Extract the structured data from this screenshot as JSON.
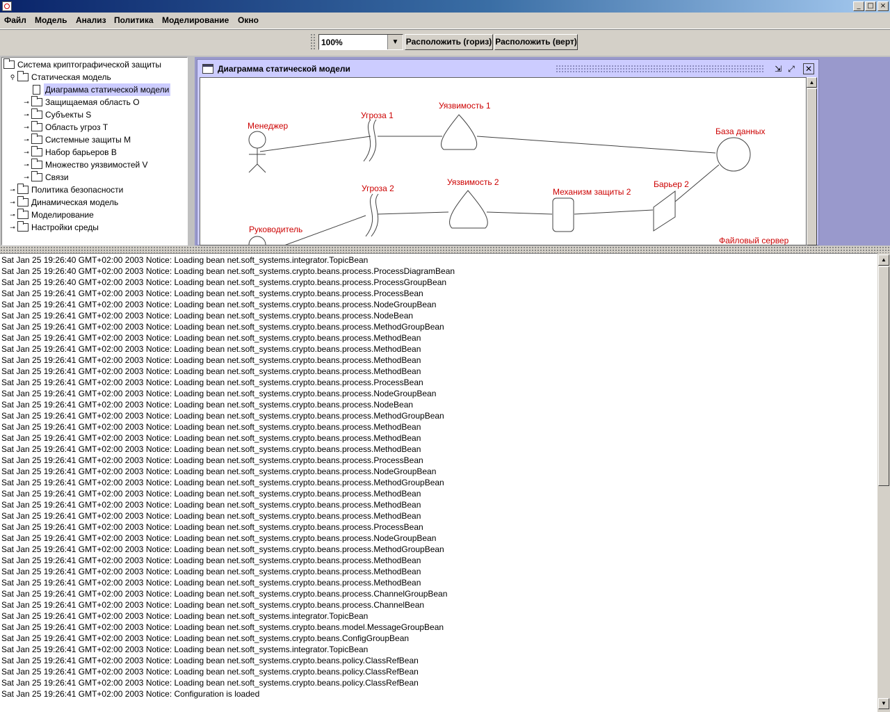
{
  "menu": [
    "Файл",
    "Модель",
    "Анализ",
    "Политика",
    "Моделирование",
    "Окно"
  ],
  "window_controls": [
    "_",
    "□",
    "×"
  ],
  "toolbar": {
    "zoom": "100%",
    "arrange_horizontal": "Расположить (гориз)",
    "arrange_vertical": "Расположить (верт)"
  },
  "tree": [
    {
      "label": "Система криптографической защиты",
      "level": 0,
      "icon": "folder-icon",
      "handle": ""
    },
    {
      "label": "Статическая модель",
      "level": 1,
      "icon": "folder-icon",
      "handle": "expanded"
    },
    {
      "label": "Диаграмма статической модели",
      "level": 2,
      "icon": "document-icon",
      "handle": "",
      "selected": true
    },
    {
      "label": "Защищаемая область O",
      "level": 2,
      "icon": "folder-icon",
      "handle": "collapsed"
    },
    {
      "label": "Субъекты S",
      "level": 2,
      "icon": "folder-icon",
      "handle": "collapsed"
    },
    {
      "label": "Область угроз T",
      "level": 2,
      "icon": "folder-icon",
      "handle": "collapsed"
    },
    {
      "label": "Системные защиты M",
      "level": 2,
      "icon": "folder-icon",
      "handle": "collapsed"
    },
    {
      "label": "Набор барьеров B",
      "level": 2,
      "icon": "folder-icon",
      "handle": "collapsed"
    },
    {
      "label": "Множество уязвимостей V",
      "level": 2,
      "icon": "folder-icon",
      "handle": "collapsed"
    },
    {
      "label": "Связи",
      "level": 2,
      "icon": "folder-icon",
      "handle": "collapsed"
    },
    {
      "label": "Политика безопасности",
      "level": 1,
      "icon": "folder-icon",
      "handle": "collapsed"
    },
    {
      "label": "Динамическая модель",
      "level": 1,
      "icon": "folder-icon",
      "handle": "collapsed"
    },
    {
      "label": "Моделирование",
      "level": 1,
      "icon": "folder-icon",
      "handle": "collapsed"
    },
    {
      "label": "Настройки среды",
      "level": 1,
      "icon": "folder-icon",
      "handle": "collapsed"
    }
  ],
  "diagram_window": {
    "title": "Диаграмма статической модели",
    "labels": {
      "manager": "Менеджер",
      "threat1": "Угроза 1",
      "vuln1": "Уязвимость 1",
      "database": "База данных",
      "threat2": "Угроза 2",
      "vuln2": "Уязвимость 2",
      "mechanism2": "Механизм защиты 2",
      "barrier2": "Барьер 2",
      "head": "Руководитель",
      "fileserver": "Файловый сервер"
    },
    "label_color": "#cc0000"
  },
  "log": [
    "Sat Jan 25 19:26:40 GMT+02:00 2003 Notice: Loading bean net.soft_systems.integrator.TopicBean",
    "Sat Jan 25 19:26:40 GMT+02:00 2003 Notice: Loading bean net.soft_systems.crypto.beans.process.ProcessDiagramBean",
    "Sat Jan 25 19:26:40 GMT+02:00 2003 Notice: Loading bean net.soft_systems.crypto.beans.process.ProcessGroupBean",
    "Sat Jan 25 19:26:41 GMT+02:00 2003 Notice: Loading bean net.soft_systems.crypto.beans.process.ProcessBean",
    "Sat Jan 25 19:26:41 GMT+02:00 2003 Notice: Loading bean net.soft_systems.crypto.beans.process.NodeGroupBean",
    "Sat Jan 25 19:26:41 GMT+02:00 2003 Notice: Loading bean net.soft_systems.crypto.beans.process.NodeBean",
    "Sat Jan 25 19:26:41 GMT+02:00 2003 Notice: Loading bean net.soft_systems.crypto.beans.process.MethodGroupBean",
    "Sat Jan 25 19:26:41 GMT+02:00 2003 Notice: Loading bean net.soft_systems.crypto.beans.process.MethodBean",
    "Sat Jan 25 19:26:41 GMT+02:00 2003 Notice: Loading bean net.soft_systems.crypto.beans.process.MethodBean",
    "Sat Jan 25 19:26:41 GMT+02:00 2003 Notice: Loading bean net.soft_systems.crypto.beans.process.MethodBean",
    "Sat Jan 25 19:26:41 GMT+02:00 2003 Notice: Loading bean net.soft_systems.crypto.beans.process.MethodBean",
    "Sat Jan 25 19:26:41 GMT+02:00 2003 Notice: Loading bean net.soft_systems.crypto.beans.process.ProcessBean",
    "Sat Jan 25 19:26:41 GMT+02:00 2003 Notice: Loading bean net.soft_systems.crypto.beans.process.NodeGroupBean",
    "Sat Jan 25 19:26:41 GMT+02:00 2003 Notice: Loading bean net.soft_systems.crypto.beans.process.NodeBean",
    "Sat Jan 25 19:26:41 GMT+02:00 2003 Notice: Loading bean net.soft_systems.crypto.beans.process.MethodGroupBean",
    "Sat Jan 25 19:26:41 GMT+02:00 2003 Notice: Loading bean net.soft_systems.crypto.beans.process.MethodBean",
    "Sat Jan 25 19:26:41 GMT+02:00 2003 Notice: Loading bean net.soft_systems.crypto.beans.process.MethodBean",
    "Sat Jan 25 19:26:41 GMT+02:00 2003 Notice: Loading bean net.soft_systems.crypto.beans.process.MethodBean",
    "Sat Jan 25 19:26:41 GMT+02:00 2003 Notice: Loading bean net.soft_systems.crypto.beans.process.ProcessBean",
    "Sat Jan 25 19:26:41 GMT+02:00 2003 Notice: Loading bean net.soft_systems.crypto.beans.process.NodeGroupBean",
    "Sat Jan 25 19:26:41 GMT+02:00 2003 Notice: Loading bean net.soft_systems.crypto.beans.process.MethodGroupBean",
    "Sat Jan 25 19:26:41 GMT+02:00 2003 Notice: Loading bean net.soft_systems.crypto.beans.process.MethodBean",
    "Sat Jan 25 19:26:41 GMT+02:00 2003 Notice: Loading bean net.soft_systems.crypto.beans.process.MethodBean",
    "Sat Jan 25 19:26:41 GMT+02:00 2003 Notice: Loading bean net.soft_systems.crypto.beans.process.MethodBean",
    "Sat Jan 25 19:26:41 GMT+02:00 2003 Notice: Loading bean net.soft_systems.crypto.beans.process.ProcessBean",
    "Sat Jan 25 19:26:41 GMT+02:00 2003 Notice: Loading bean net.soft_systems.crypto.beans.process.NodeGroupBean",
    "Sat Jan 25 19:26:41 GMT+02:00 2003 Notice: Loading bean net.soft_systems.crypto.beans.process.MethodGroupBean",
    "Sat Jan 25 19:26:41 GMT+02:00 2003 Notice: Loading bean net.soft_systems.crypto.beans.process.MethodBean",
    "Sat Jan 25 19:26:41 GMT+02:00 2003 Notice: Loading bean net.soft_systems.crypto.beans.process.MethodBean",
    "Sat Jan 25 19:26:41 GMT+02:00 2003 Notice: Loading bean net.soft_systems.crypto.beans.process.MethodBean",
    "Sat Jan 25 19:26:41 GMT+02:00 2003 Notice: Loading bean net.soft_systems.crypto.beans.process.ChannelGroupBean",
    "Sat Jan 25 19:26:41 GMT+02:00 2003 Notice: Loading bean net.soft_systems.crypto.beans.process.ChannelBean",
    "Sat Jan 25 19:26:41 GMT+02:00 2003 Notice: Loading bean net.soft_systems.integrator.TopicBean",
    "Sat Jan 25 19:26:41 GMT+02:00 2003 Notice: Loading bean net.soft_systems.crypto.beans.model.MessageGroupBean",
    "Sat Jan 25 19:26:41 GMT+02:00 2003 Notice: Loading bean net.soft_systems.crypto.beans.ConfigGroupBean",
    "Sat Jan 25 19:26:41 GMT+02:00 2003 Notice: Loading bean net.soft_systems.integrator.TopicBean",
    "Sat Jan 25 19:26:41 GMT+02:00 2003 Notice: Loading bean net.soft_systems.crypto.beans.policy.ClassRefBean",
    "Sat Jan 25 19:26:41 GMT+02:00 2003 Notice: Loading bean net.soft_systems.crypto.beans.policy.ClassRefBean",
    "Sat Jan 25 19:26:41 GMT+02:00 2003 Notice: Loading bean net.soft_systems.crypto.beans.policy.ClassRefBean",
    "Sat Jan 25 19:26:41 GMT+02:00 2003 Notice: Configuration is loaded"
  ]
}
